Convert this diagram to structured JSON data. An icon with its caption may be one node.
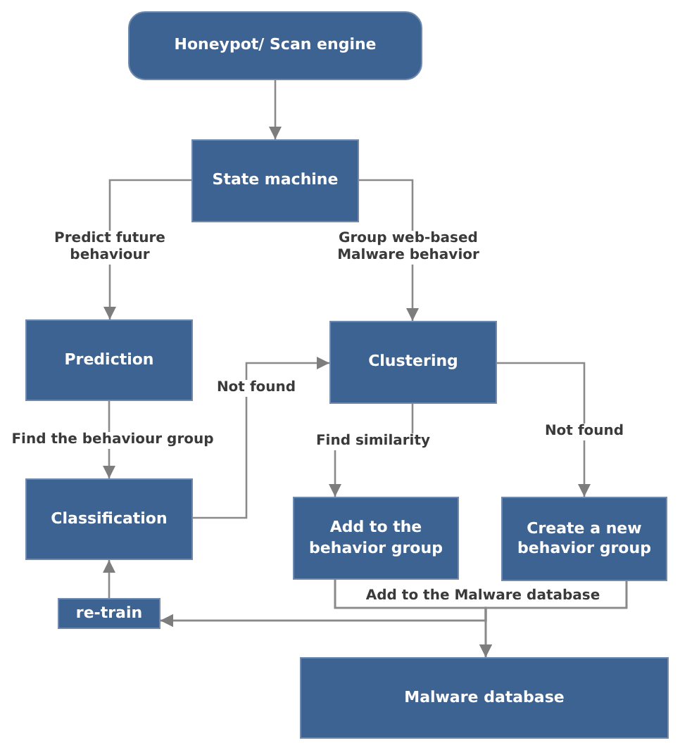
{
  "diagram": {
    "nodes": [
      {
        "text": [
          "Honeypot/ Scan engine"
        ]
      },
      {
        "text": [
          "State machine"
        ]
      },
      {
        "text": [
          "Prediction"
        ]
      },
      {
        "text": [
          "Clustering"
        ]
      },
      {
        "text": [
          "Classification"
        ]
      },
      {
        "text": [
          "Add to the behavior group"
        ]
      },
      {
        "text": [
          "Create a new behavior group"
        ]
      },
      {
        "text": [
          "re-train"
        ]
      },
      {
        "text": [
          "Malware database"
        ]
      }
    ],
    "edges": [
      {
        "from": 0,
        "to": 1,
        "arrow": "to"
      },
      {
        "from": 1,
        "to": 2,
        "arrow": "to",
        "label": "Predict future behaviour"
      },
      {
        "from": 1,
        "to": 3,
        "arrow": "to",
        "label": "Group web-based Malware behavior"
      },
      {
        "from": 2,
        "to": 4,
        "arrow": "to",
        "label": "Find the behaviour group"
      },
      {
        "from": 4,
        "to": 3,
        "arrow": "to",
        "label": "Not found"
      },
      {
        "from": 3,
        "to": 5,
        "arrow": "to",
        "label": "Find similarity"
      },
      {
        "from": 3,
        "to": 6,
        "arrow": "to",
        "label": "Not found"
      },
      {
        "from": 5,
        "to": 8,
        "arrow": "to",
        "label": "Add to the Malware database"
      },
      {
        "from": 6,
        "to": 8,
        "arrow": "to"
      },
      {
        "from": 5,
        "to": 7,
        "arrow": "to"
      },
      {
        "from": 6,
        "to": 7,
        "arrow": "to"
      },
      {
        "from": 7,
        "to": 4,
        "arrow": "to"
      }
    ]
  }
}
